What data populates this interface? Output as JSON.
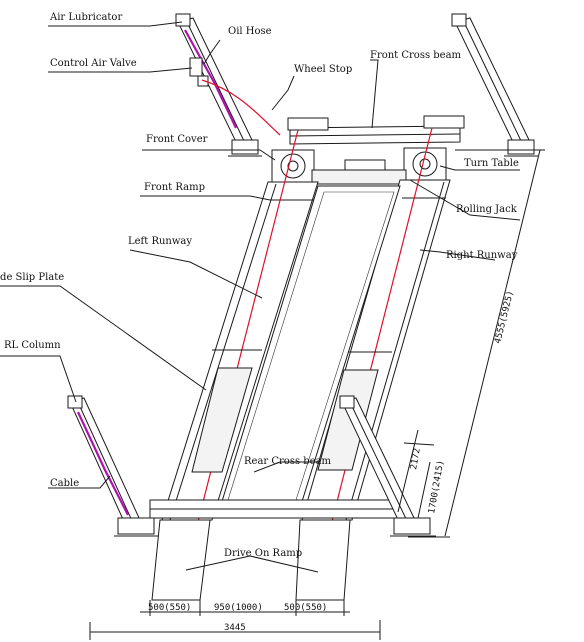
{
  "labels": {
    "air_lubricator": "Air Lubricator",
    "oil_hose": "Oil Hose",
    "control_air_valve": "Control Air Valve",
    "wheel_stop": "Wheel Stop",
    "front_cross_beam": "Front Cross  beam",
    "front_cover": "Front Cover",
    "turn_table": "Turn Table",
    "front_ramp": "Front Ramp",
    "rolling_jack": "Rolling Jack",
    "left_runway": "Left Runway",
    "right_runway": "Right Runway",
    "side_slip_plate": "Side Slip Plate",
    "rl_column": "RL Column",
    "rear_cross_beam": "Rear Cross beam",
    "cable": "Cable",
    "drive_on_ramp": "Drive On Ramp"
  },
  "dimensions": {
    "overall_length": "4555(5925)",
    "d_2172": "2172",
    "d_1700": "1700(2415)",
    "ramp_left": "500(550)",
    "ramp_gap": "950(1000)",
    "ramp_right": "500(550)",
    "overall_width": "3445"
  },
  "colors": {
    "line": "#1a1a1a",
    "hose": "#e0102a",
    "cable": "#b010b0"
  }
}
